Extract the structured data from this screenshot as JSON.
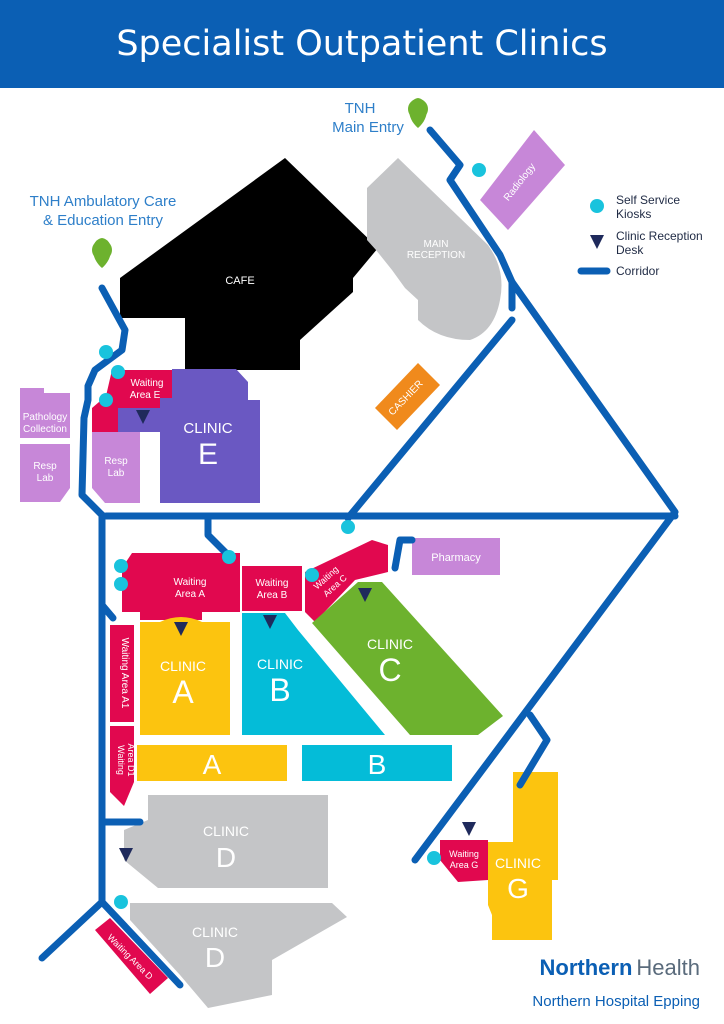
{
  "title": "Specialist Outpatient Clinics",
  "entries": {
    "main_line1": "TNH",
    "main_line2": "Main Entry",
    "amb_line1": "TNH Ambulatory Care",
    "amb_line2": "& Education Entry"
  },
  "areas": {
    "cafe": "CAFE",
    "main_reception_1": "MAIN",
    "main_reception_2": "RECEPTION",
    "radiology": "Radiology",
    "cashier": "CASHIER",
    "pathology_1": "Pathology",
    "pathology_2": "Collection",
    "resp_lab_1": "Resp",
    "resp_lab_2": "Lab",
    "pharmacy": "Pharmacy",
    "waiting_e_1": "Waiting",
    "waiting_e_2": "Area E",
    "waiting_a_1": "Waiting",
    "waiting_a_2": "Area A",
    "waiting_b_1": "Waiting",
    "waiting_b_2": "Area B",
    "waiting_c_1": "Waiting",
    "waiting_c_2": "Area C",
    "waiting_a1": "Waiting Area A1",
    "waiting_d1_1": "Waiting",
    "waiting_d1_2": "Area D1",
    "waiting_d": "Waiting Area D",
    "waiting_g_1": "Waiting",
    "waiting_g_2": "Area G",
    "clinic_word": "CLINIC",
    "letter_a": "A",
    "letter_b": "B",
    "letter_c": "C",
    "letter_d": "D",
    "letter_e": "E",
    "letter_g": "G"
  },
  "legend": {
    "kiosk_1": "Self Service",
    "kiosk_2": "Kiosks",
    "desk_1": "Clinic Reception",
    "desk_2": "Desk",
    "corridor": "Corridor"
  },
  "brand": {
    "name_bold": "Northern",
    "name_light": "Health",
    "hospital": "Northern Hospital Epping"
  },
  "colors": {
    "header": "#0b5fb4",
    "corridor": "#0b5fb4",
    "kiosk": "#19c3dd",
    "desk": "#1f2a5c",
    "clinic_a": "#fcc40f",
    "clinic_b": "#04bcd8",
    "clinic_c": "#6db22e",
    "clinic_d": "#c4c5c7",
    "clinic_e": "#6a58c2",
    "clinic_g": "#fcc40f",
    "waiting": "#e1084f",
    "support": "#c787d8",
    "cashier": "#f08a1c",
    "cafe": "#000000",
    "entry_pin": "#6db22e"
  }
}
